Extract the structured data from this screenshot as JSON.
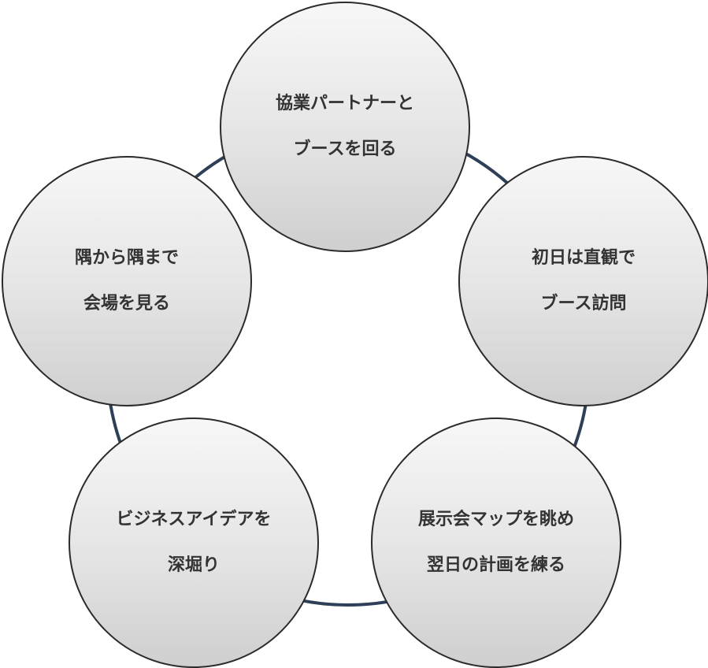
{
  "colors": {
    "ring": "#2e4057",
    "border": "#2b2b2b",
    "text": "#333333"
  },
  "nodes": [
    {
      "lines": [
        "協業パートナーと",
        "ブースを回る"
      ]
    },
    {
      "lines": [
        "初日は直観で",
        "ブース訪問"
      ]
    },
    {
      "lines": [
        "展示会マップを眺め",
        "翌日の計画を練る"
      ]
    },
    {
      "lines": [
        "ビジネスアイデアを",
        "深堀り"
      ]
    },
    {
      "lines": [
        "隅から隅まで",
        "会場を見る"
      ]
    }
  ]
}
